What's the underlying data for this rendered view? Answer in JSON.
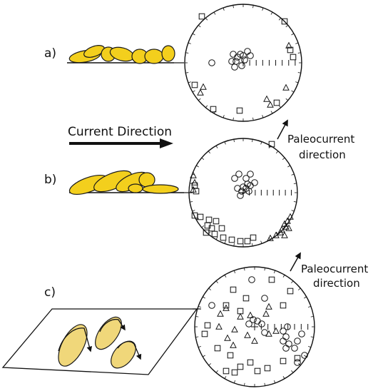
{
  "panels": [
    {
      "label": "a)"
    },
    {
      "label": "b)"
    },
    {
      "label": "c)"
    }
  ],
  "current_direction_label": "Current Direction",
  "paleocurrent_label": [
    "Paleocurrent",
    "direction"
  ],
  "colors": {
    "grain_fill": "#f3cf1d",
    "grain_fill_light": "#f0d77a",
    "outline": "#1a1a1a"
  },
  "symbols": {
    "circle": "circle",
    "square": "square",
    "triangle": "triangle"
  }
}
